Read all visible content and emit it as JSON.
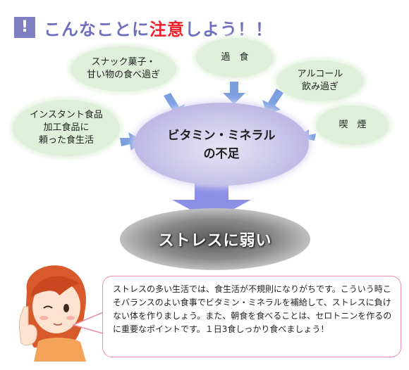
{
  "header": {
    "icon_glyph": "!",
    "text_before": "こんなことに",
    "text_highlight": "注意",
    "text_after": "しよう！！"
  },
  "causes": [
    {
      "label": "スナック菓子・\n甘い物の食べ過ぎ"
    },
    {
      "label": "過　食"
    },
    {
      "label": "アルコール\n飲み過ぎ"
    },
    {
      "label": "インスタント食品\n加工食品に\n頼った食生活"
    },
    {
      "label": "喫　煙"
    }
  ],
  "center": {
    "label": "ビタミン・ミネラル\nの不足"
  },
  "result": {
    "label": "ストレスに弱い"
  },
  "advice": {
    "text": "ストレスの多い生活では、食生活が不規則になりがちです。こういう時こそバランスのよい食事でビタミン・ミネラルを補給して、ストレスに負けない体を作りましょう。また、朝食を食べることは、セロトニンを作るのに重要なポイントです。１日3食しっかり食べましょう！"
  },
  "colors": {
    "accent_purple": "#7f80c4",
    "highlight_red": "#ee1f28",
    "cause_green": "#dff0da",
    "arrow_blue": "#7b9fe0",
    "bubble_border": "#e98ea6"
  },
  "icons": {
    "header": "exclamation-icon",
    "character": "woman-with-finger-up-illustration"
  }
}
